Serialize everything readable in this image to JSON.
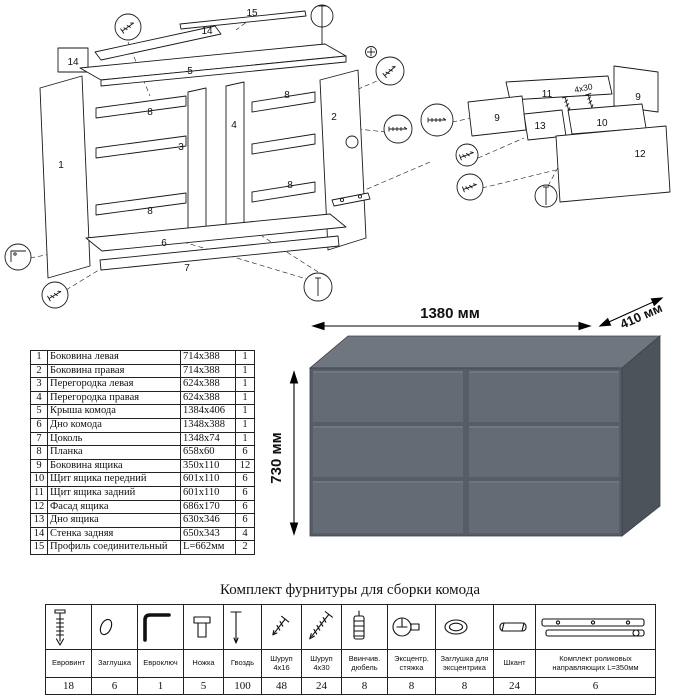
{
  "diagram": {
    "main_labels": [
      "15",
      "14",
      "14",
      "5",
      "8",
      "3",
      "4",
      "2",
      "1",
      "8",
      "8",
      "8",
      "6",
      "7"
    ],
    "drawer_labels": [
      "11",
      "9",
      "9",
      "13",
      "10",
      "12"
    ],
    "screw_note": "4x30"
  },
  "render": {
    "width_label": "1380 мм",
    "depth_label": "410 мм",
    "height_label": "730 мм"
  },
  "colors": {
    "dresser_front": "#575d66",
    "dresser_drawer": "#646b75",
    "dresser_side": "#4d535b",
    "dresser_top": "#70767f"
  },
  "parts": {
    "rows": [
      {
        "num": "1",
        "name": "Боковина левая",
        "size": "714x388",
        "qty": "1"
      },
      {
        "num": "2",
        "name": "Боковина правая",
        "size": "714x388",
        "qty": "1"
      },
      {
        "num": "3",
        "name": "Перегородка левая",
        "size": "624x388",
        "qty": "1"
      },
      {
        "num": "4",
        "name": "Перегородка правая",
        "size": "624x388",
        "qty": "1"
      },
      {
        "num": "5",
        "name": "Крыша комода",
        "size": "1384x406",
        "qty": "1"
      },
      {
        "num": "6",
        "name": "Дно комода",
        "size": "1348x388",
        "qty": "1"
      },
      {
        "num": "7",
        "name": "Цоколь",
        "size": "1348x74",
        "qty": "1"
      },
      {
        "num": "8",
        "name": "Планка",
        "size": "658x60",
        "qty": "6"
      },
      {
        "num": "9",
        "name": "Боковина ящика",
        "size": "350x110",
        "qty": "12"
      },
      {
        "num": "10",
        "name": "Щит ящика передний",
        "size": "601x110",
        "qty": "6"
      },
      {
        "num": "11",
        "name": "Щит ящика задний",
        "size": "601x110",
        "qty": "6"
      },
      {
        "num": "12",
        "name": "Фасад ящика",
        "size": "686x170",
        "qty": "6"
      },
      {
        "num": "13",
        "name": "Дно ящика",
        "size": "630x346",
        "qty": "6"
      },
      {
        "num": "14",
        "name": "Стенка задняя",
        "size": "650x343",
        "qty": "4"
      },
      {
        "num": "15",
        "name": "Профиль соединительный",
        "size": "L=662мм",
        "qty": "2"
      }
    ]
  },
  "hardware": {
    "title": "Комплект фурнитуры для сборки комода",
    "items": [
      {
        "name": "Евровинт",
        "qty": "18"
      },
      {
        "name": "Заглушка",
        "qty": "6"
      },
      {
        "name": "Евроключ",
        "qty": "1"
      },
      {
        "name": "Ножка",
        "qty": "5"
      },
      {
        "name": "Гвоздь",
        "qty": "100"
      },
      {
        "name": "Шуруп 4x16",
        "qty": "48"
      },
      {
        "name": "Шуруп 4x30",
        "qty": "24"
      },
      {
        "name": "Ввинчив. дюбель",
        "qty": "8"
      },
      {
        "name": "Эксцентр. стяжка",
        "qty": "8"
      },
      {
        "name": "Заглушка для эксцентрика",
        "qty": "8"
      },
      {
        "name": "Шкант",
        "qty": "24"
      },
      {
        "name": "Комплект роликовых направляющих L=350мм",
        "qty": "6"
      }
    ]
  }
}
